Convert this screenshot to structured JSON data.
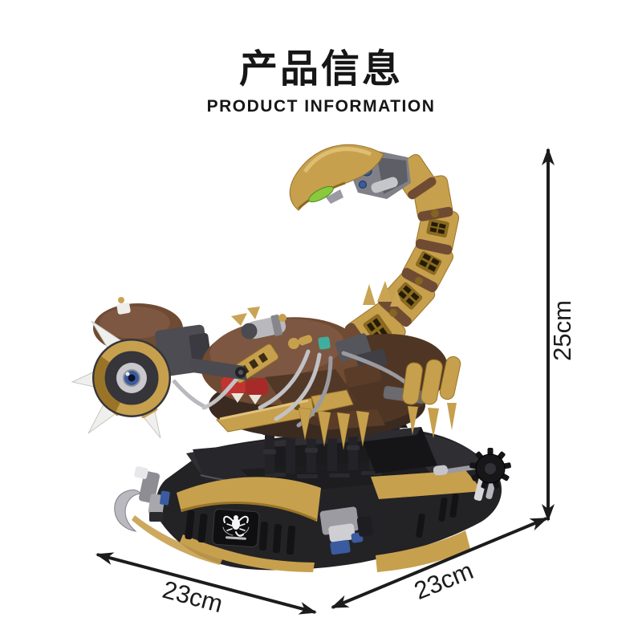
{
  "header": {
    "title_zh": "产品信息",
    "title_en": "PRODUCT INFORMATION"
  },
  "dimensions": {
    "height": {
      "label": "25cm"
    },
    "base_left": {
      "label": "23cm"
    },
    "base_right": {
      "label": "23cm"
    }
  },
  "product": {
    "name": "mechanical scorpion building-block model on display base",
    "emblem": "scorpion-logo",
    "colors": {
      "gold": "#c7a04e",
      "gold_light": "#e2c379",
      "dark_gold": "#9a7426",
      "brown": "#6f4b33",
      "brown_light": "#7d5741",
      "dark_brown": "#4f3624",
      "tan": "#c9a455",
      "black": "#1e1e21",
      "gray": "#4c4c52",
      "silver": "#bfbfc4",
      "red": "#c23430",
      "blue": "#3a5ba0",
      "teal": "#3fae9f",
      "green": "#8ac83e",
      "arrow": "#1c1c1c",
      "text": "#161616",
      "background": "#ffffff"
    }
  }
}
